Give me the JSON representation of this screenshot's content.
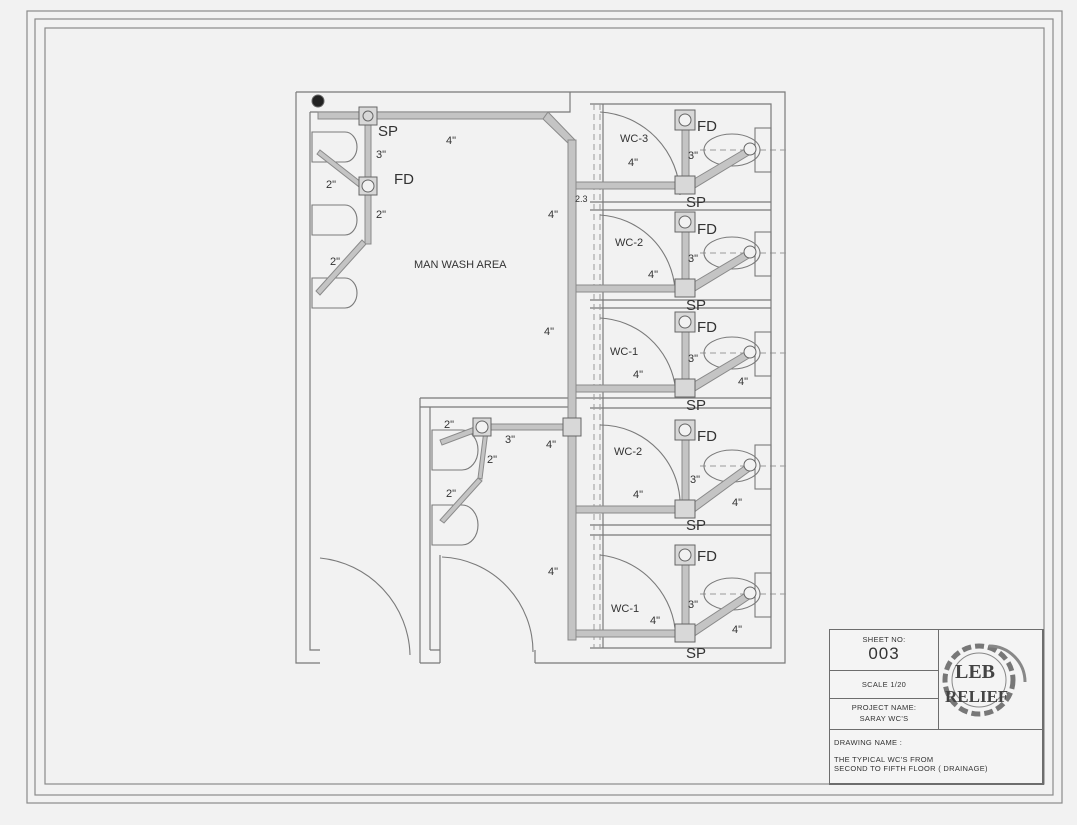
{
  "drawing": {
    "area_label": "MAN WASH AREA",
    "rooms": [
      {
        "label": "WC-3"
      },
      {
        "label": "WC-2"
      },
      {
        "label": "WC-1"
      },
      {
        "label": "WC-2"
      },
      {
        "label": "WC-1"
      }
    ],
    "fixture_labels": {
      "floor_drain": "FD",
      "soil_pipe": "SP"
    },
    "pipe_sizes": {
      "two": "2\"",
      "three": "3\"",
      "four": "4\"",
      "slope": "2.3"
    }
  },
  "title_block": {
    "sheet_no_label": "SHEET NO:",
    "sheet_no": "003",
    "scale": "SCALE 1/20",
    "project_name_label": "PROJECT NAME:",
    "project_name": "SARAY WC'S",
    "drawing_name_label": "DRAWING NAME :",
    "drawing_name_line1": "THE TYPICAL WC'S FROM",
    "drawing_name_line2": "SECOND TO FIFTH FLOOR ( DRAINAGE)",
    "logo_line1": "LEB",
    "logo_line2": "RELIEF"
  },
  "colors": {
    "background": "#f2f2f2",
    "line": "#6d6d6d",
    "pipe_fill": "#bdbdbd",
    "text": "#333333"
  }
}
